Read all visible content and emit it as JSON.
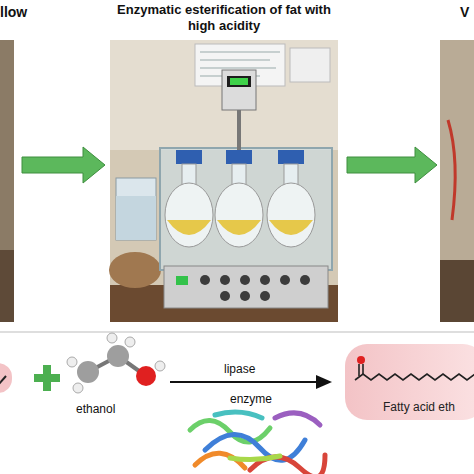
{
  "diagram": {
    "nodes": [
      {
        "text": [
          "llow"
        ]
      },
      {
        "text": [
          "Enzymatic esterification of fat with high acidity"
        ]
      },
      {
        "text": [
          "V"
        ]
      },
      {
        "text": [
          "Fatty acid eth"
        ]
      }
    ],
    "edges": [
      {
        "from": 0,
        "to": 1,
        "arrow": "to"
      },
      {
        "from": 1,
        "to": 2,
        "arrow": "to"
      }
    ],
    "labels": [
      "ethanol",
      "lipase",
      "enzyme"
    ]
  }
}
